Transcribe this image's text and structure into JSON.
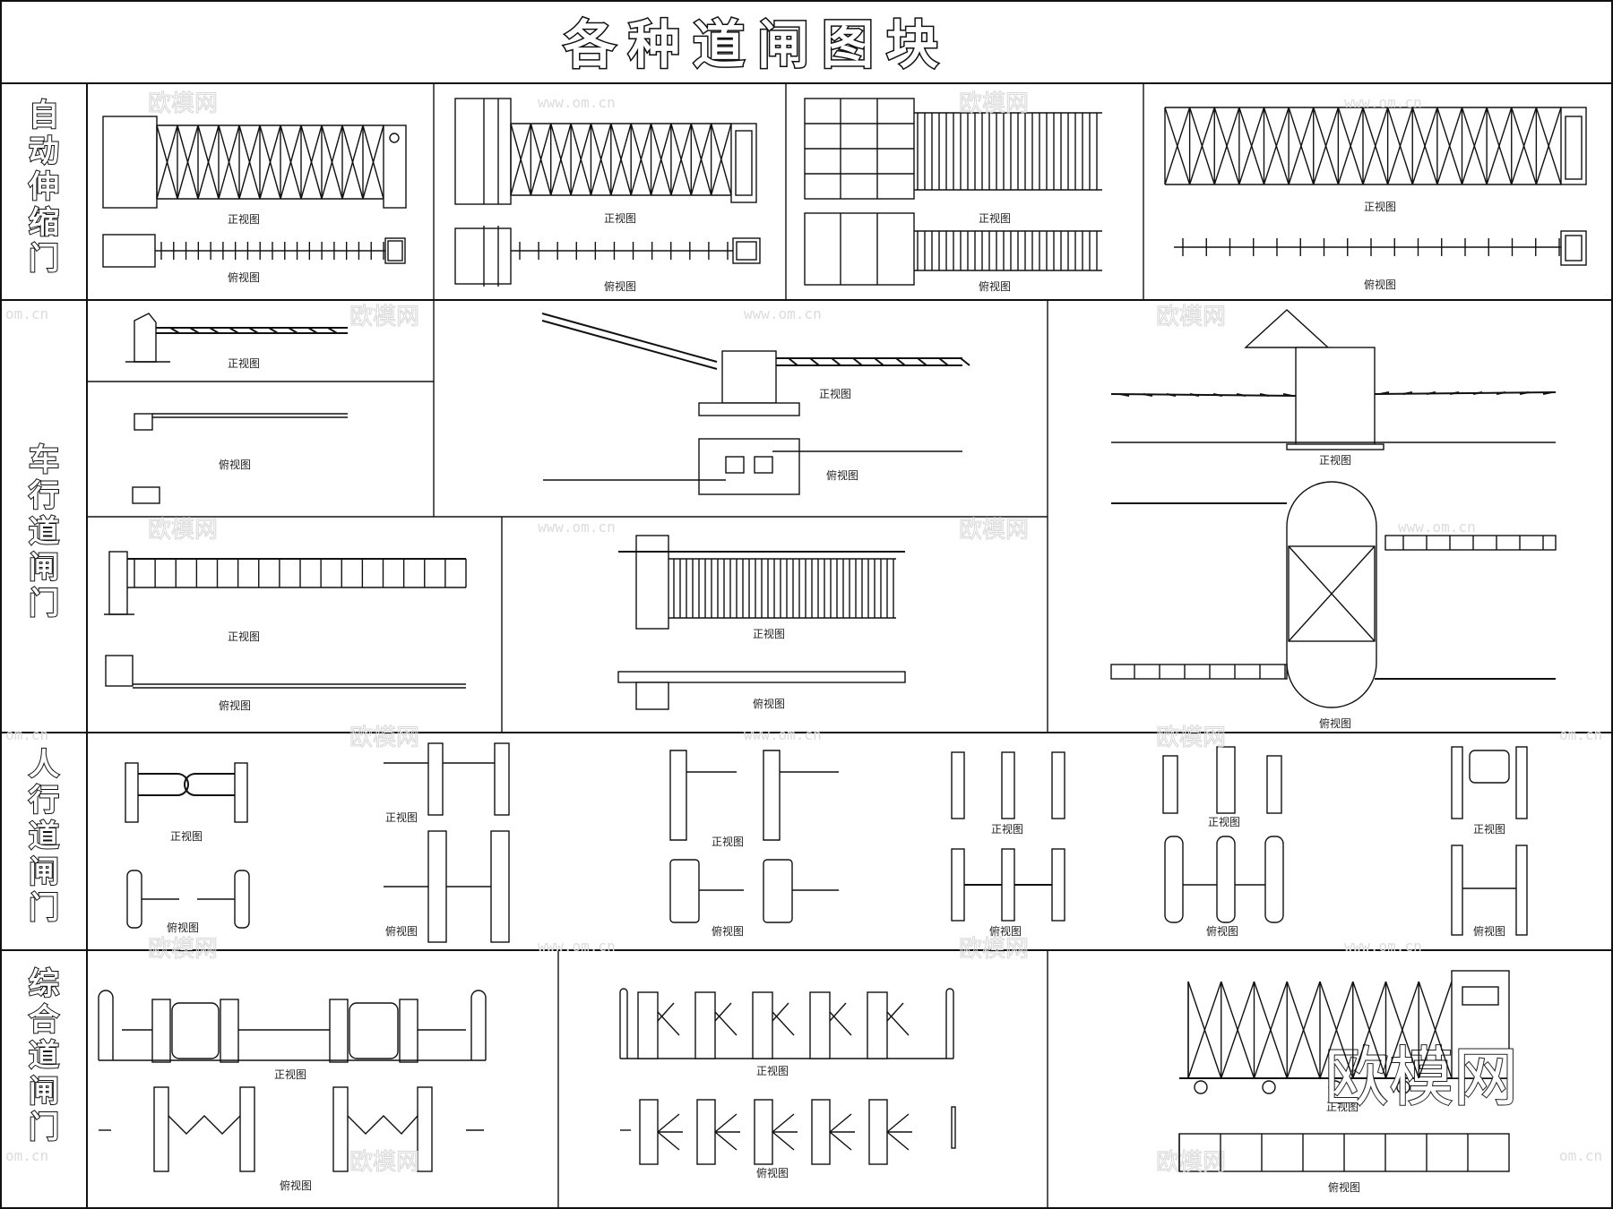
{
  "title": "各种道闸图块",
  "rows": [
    {
      "id": "auto-telescopic",
      "label": "自动伸缩门"
    },
    {
      "id": "vehicle-barrier",
      "label": "车行道闸门"
    },
    {
      "id": "pedestrian-barrier",
      "label": "人行道闸门"
    },
    {
      "id": "combined-barrier",
      "label": "综合道闸门"
    }
  ],
  "captions": {
    "front": "正视图",
    "front_alt": "正视图",
    "top": "俯视图"
  },
  "watermarks": {
    "brand": "欧模网",
    "url": "www.om.cn",
    "url_short": "om.cn"
  }
}
